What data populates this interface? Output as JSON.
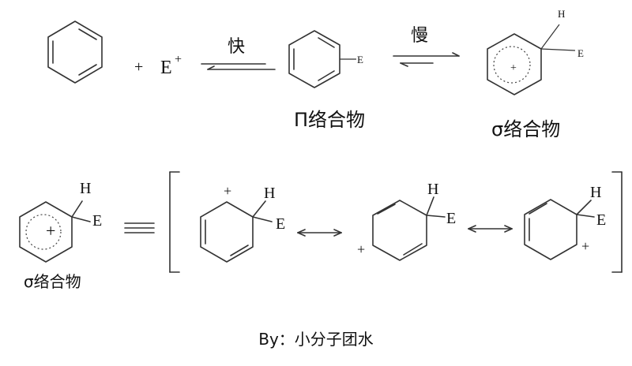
{
  "reaction": {
    "plus_sign": "+",
    "electrophile": "E",
    "electrophile_charge": "+",
    "fast_label": "快",
    "slow_label": "慢",
    "pi_label": "Π络合物",
    "sigma_label": "σ络合物",
    "pi_substituent": "E",
    "sigma_h": "H",
    "sigma_e": "E",
    "sigma_charge": "+"
  },
  "resonance": {
    "left_label": "σ络合物",
    "left_h": "H",
    "left_e": "E",
    "left_charge": "+",
    "structures": [
      {
        "h": "H",
        "e": "E",
        "charge": "+"
      },
      {
        "h": "H",
        "e": "E",
        "charge": "+"
      },
      {
        "h": "H",
        "e": "E",
        "charge": "+"
      }
    ]
  },
  "credit": "By：小分子团水"
}
